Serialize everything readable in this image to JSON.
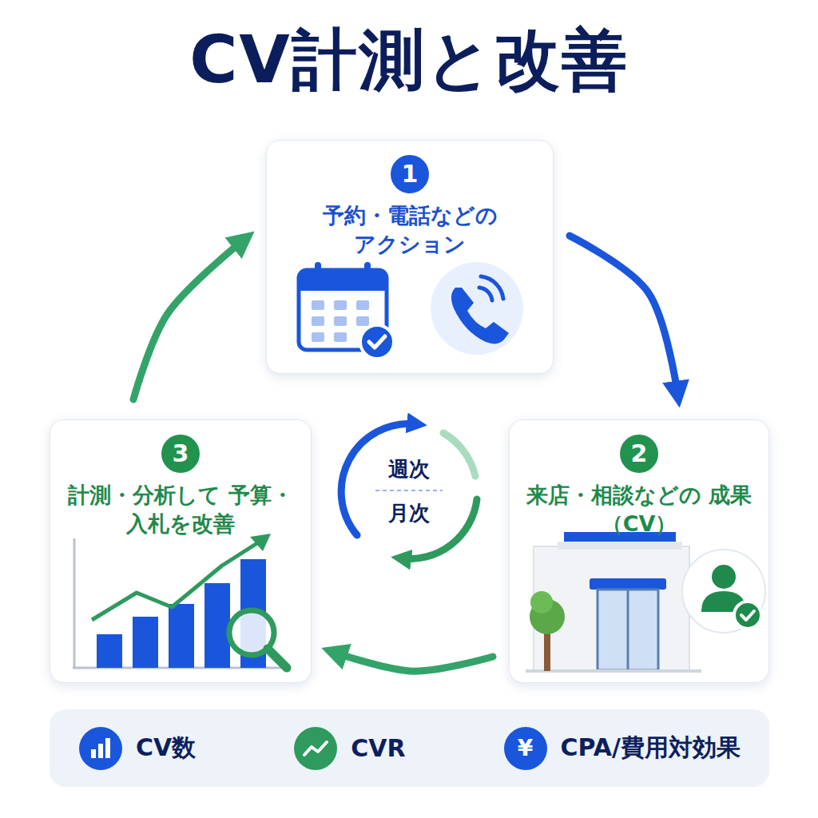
{
  "diagram": {
    "title": "CV計測と改善",
    "nodes": [
      {
        "text": [
          "予約・電話などの アクション"
        ]
      },
      {
        "text": [
          "1"
        ],
        "in": 0
      },
      {
        "text": [
          "来店・相談などの 成果（CV）"
        ]
      },
      {
        "text": [
          "2"
        ],
        "in": 2
      },
      {
        "text": [
          "計測・分析して 予算・入札を改善"
        ]
      },
      {
        "text": [
          "3"
        ],
        "in": 4
      },
      {
        "text": [
          "CV数",
          "CVR",
          "CPA/費用対効果"
        ]
      }
    ],
    "edges": [
      {
        "from": 0,
        "to": 2,
        "arrow": "to"
      },
      {
        "from": 2,
        "to": 4,
        "arrow": "to"
      },
      {
        "from": 4,
        "to": 0,
        "arrow": "to"
      }
    ],
    "labels": [
      "週次",
      "月次",
      "¥"
    ]
  }
}
